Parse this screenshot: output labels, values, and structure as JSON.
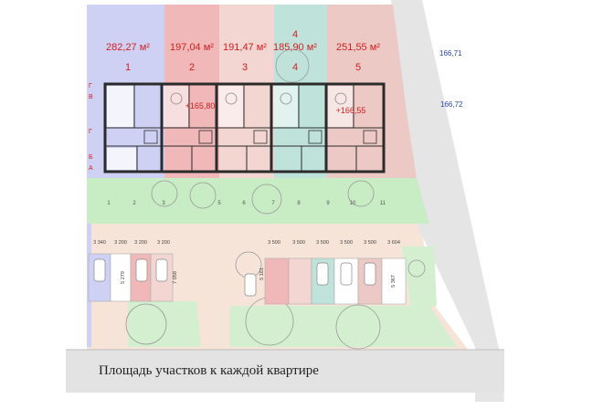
{
  "plots": [
    {
      "number": "1",
      "area": "282,27 м²",
      "color": "#cfd1f4"
    },
    {
      "number": "2",
      "area": "197,04 м²",
      "color": "#f0b8b8"
    },
    {
      "number": "3",
      "area": "191,47 м²",
      "color": "#f3d6d2"
    },
    {
      "number": "4",
      "area": "185,90 м²",
      "color": "#bfe3db"
    },
    {
      "number": "5",
      "area": "251,55 м²",
      "color": "#ecc9c4"
    }
  ],
  "plot4_extra_label": "4",
  "row_axes": [
    "Г",
    "В",
    "Б",
    "А"
  ],
  "mid_axis": "Г",
  "column_axes": [
    "1",
    "2",
    "3",
    "5",
    "6",
    "7",
    "8",
    "9",
    "10",
    "11"
  ],
  "level_marks": [
    "+165,80",
    "+166,55"
  ],
  "elevations": [
    "166,71",
    "166,72"
  ],
  "parking_left_dims": [
    "3 340",
    "3 200",
    "3 200",
    "3 200"
  ],
  "parking_right_dims": [
    "3 500",
    "3 500",
    "3 500",
    "3 500",
    "3 500",
    "3 604"
  ],
  "vertical_dims": [
    "5 279",
    "7 058",
    "5 161",
    "5 367"
  ],
  "caption": "Площадь участков к каждой квартире",
  "colors": {
    "ground": "#f6e4d8",
    "lawn": "#c8ecc4",
    "road": "#e6e6e6",
    "wall": "#2b2b2b",
    "label_red": "#d21e1e",
    "elevation_blue": "#2244aa"
  }
}
